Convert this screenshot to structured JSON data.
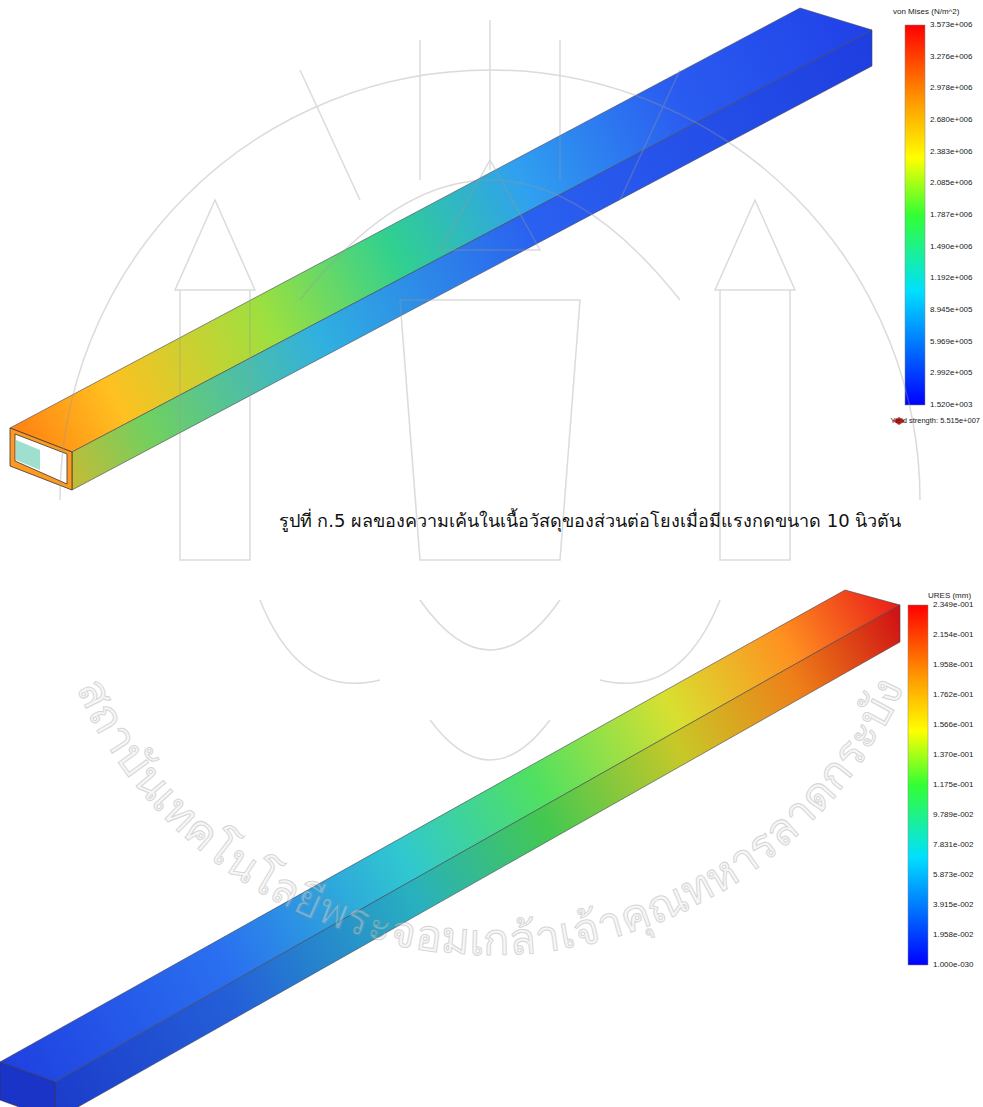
{
  "diagram": {
    "caption": "รูปที่ ก.5 ผลของความเค้นในเนื้อวัสดุของส่วนต่อโยงเมื่อมีแรงกดขนาด 10 นิวตัน",
    "labels": [
      "von Mises (N/m^2)",
      "3.573e+006",
      "3.276e+006",
      "2.978e+006",
      "2.680e+006",
      "2.383e+006",
      "2.085e+006",
      "1.787e+006",
      "1.490e+006",
      "1.192e+006",
      "8.945e+005",
      "5.969e+005",
      "2.992e+005",
      "1.520e+003",
      "Yield strength: 5.515e+007",
      "URES (mm)",
      "2.349e-001",
      "2.154e-001",
      "1.958e-001",
      "1.762e-001",
      "1.566e-001",
      "1.370e-001",
      "1.175e-001",
      "9.789e-002",
      "7.831e-002",
      "5.873e-002",
      "3.915e-002",
      "1.958e-002",
      "1.000e-030",
      "สถาบันเทคโนโลยีพระจอมเกล้าเจ้าคุณทหารลาดกระบัง"
    ]
  }
}
